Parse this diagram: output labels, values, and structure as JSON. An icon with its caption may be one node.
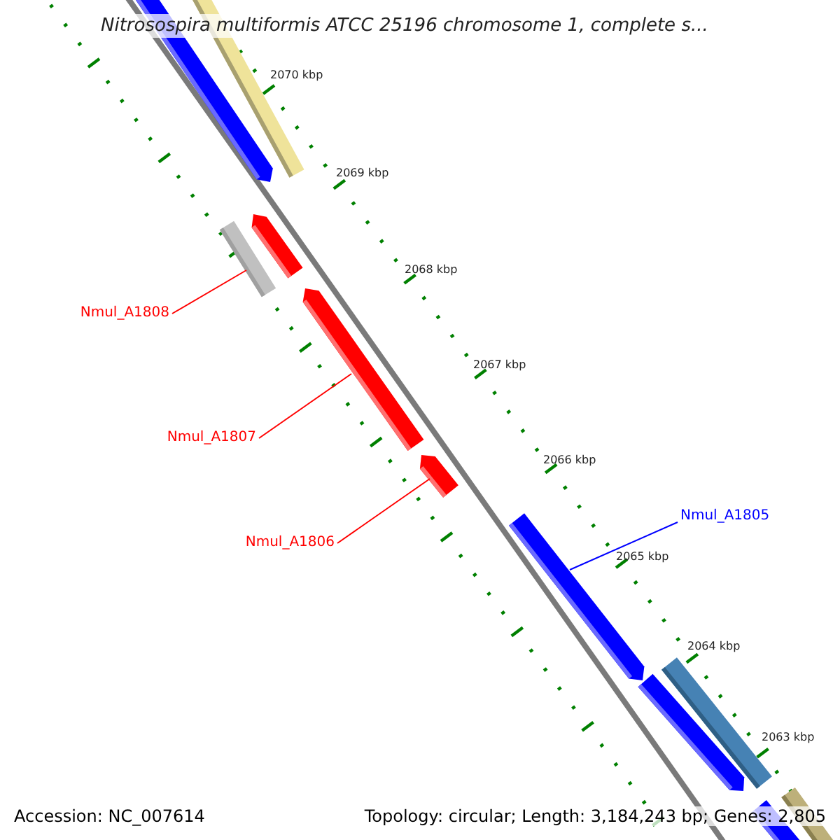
{
  "diagram": {
    "title": "Nitrosospira multiformis ATCC 25196 chromosome 1, complete s...",
    "nodes": [
      {
        "text": [
          "Nmul_A1808"
        ]
      },
      {
        "text": [],
        "shape": "arrow"
      },
      {
        "text": [
          "Nmul_A1807"
        ]
      },
      {
        "text": [],
        "shape": "arrow"
      },
      {
        "text": [
          "Nmul_A1806"
        ]
      },
      {
        "text": [],
        "shape": "arrow"
      },
      {
        "text": [
          "Nmul_A1805"
        ]
      },
      {
        "text": [],
        "shape": "arrow"
      }
    ],
    "edges": [
      {
        "from": 0,
        "to": 1,
        "arrow": "none",
        "color": "#ff0000"
      },
      {
        "from": 2,
        "to": 3,
        "arrow": "none",
        "color": "#ff0000"
      },
      {
        "from": 4,
        "to": 5,
        "arrow": "none",
        "color": "#ff0000"
      },
      {
        "from": 6,
        "to": 7,
        "arrow": "none",
        "color": "#0000ff"
      }
    ],
    "labels": [
      "2070 kbp",
      "2069 kbp",
      "2068 kbp",
      "2067 kbp",
      "2066 kbp",
      "2065 kbp",
      "2064 kbp",
      "2063 kbp",
      "Accession: NC_007614",
      "Topology: circular; Length: 3,184,243 bp; Genes: 2,805"
    ]
  }
}
